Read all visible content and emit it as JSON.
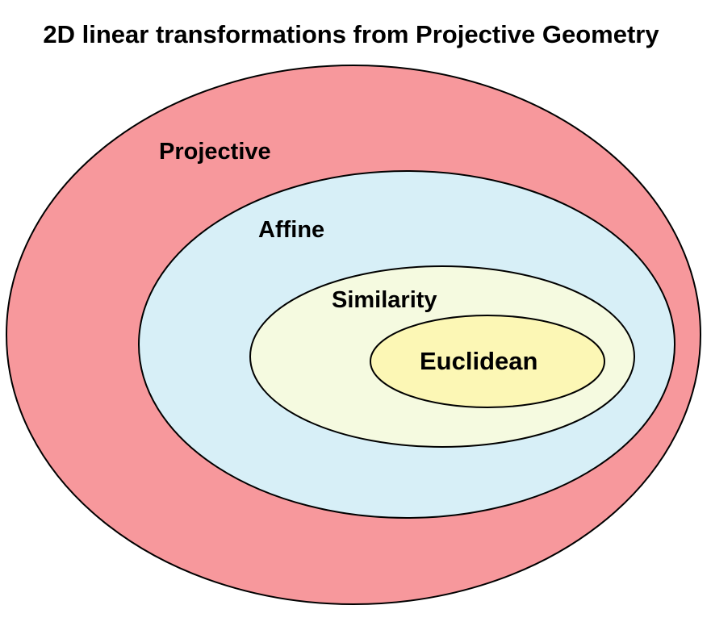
{
  "title": "2D linear transformations from Projective Geometry",
  "regions": [
    {
      "id": "projective",
      "label": "Projective",
      "fill": "#f7989c"
    },
    {
      "id": "affine",
      "label": "Affine",
      "fill": "#d7eff7"
    },
    {
      "id": "similarity",
      "label": "Similarity",
      "fill": "#f5fae0"
    },
    {
      "id": "euclidean",
      "label": "Euclidean",
      "fill": "#fcf7b5"
    }
  ],
  "colors": {
    "outline": "#000000",
    "text": "#000000",
    "background": "#ffffff"
  }
}
